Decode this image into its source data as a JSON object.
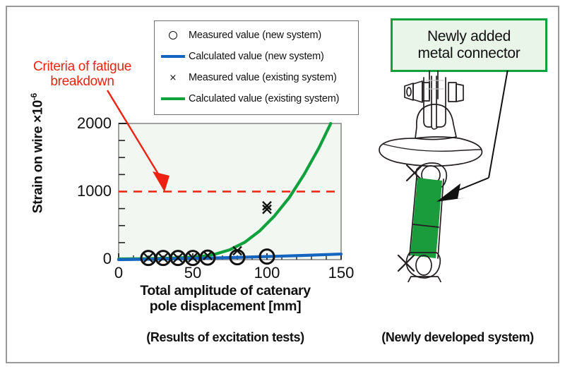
{
  "figure": {
    "left_caption": "(Results of excitation tests)",
    "right_caption": "(Newly developed system)"
  },
  "annotation": {
    "criteria_line1": "Criteria of fatigue",
    "criteria_line2": "breakdown",
    "criteria_color": "#ee2211"
  },
  "callout": {
    "line1": "Newly added",
    "line2": "metal connector",
    "border_color": "#10a13d",
    "fill_color": "#eaf5ea"
  },
  "legend": {
    "items": [
      {
        "label": "Measured value (new system)",
        "marker": "circle-marker",
        "color": "#111111"
      },
      {
        "label": "Calculated value (new system)",
        "marker": "line-swatch",
        "color": "#1565c0"
      },
      {
        "label": "Measured value (existing system)",
        "marker": "cross-marker",
        "color": "#111111"
      },
      {
        "label": "Calculated value (existing system)",
        "marker": "line-swatch",
        "color": "#10a13d"
      }
    ]
  },
  "axis": {
    "y_label_text": "Strain on wire ×10",
    "y_label_exponent": "-6",
    "x_label_line1": "Total amplitude of catenary",
    "x_label_line2": "pole displacement [mm]",
    "y_ticks": [
      "0",
      "1000",
      "2000"
    ],
    "x_ticks": [
      "0",
      "50",
      "100",
      "150"
    ]
  },
  "chart_data": {
    "type": "scatter",
    "title": "",
    "xlabel": "Total amplitude of catenary pole displacement [mm]",
    "ylabel": "Strain on wire ×10-6",
    "xlim": [
      0,
      150
    ],
    "ylim": [
      0,
      2000
    ],
    "x_major_ticks": [
      0,
      50,
      100,
      150
    ],
    "y_major_ticks": [
      0,
      1000,
      2000
    ],
    "x_minor_tick_step": 10,
    "y_minor_tick_step": 250,
    "grid": false,
    "legend_position": "above-plot",
    "plot_background": "#f2f7f2",
    "series": [
      {
        "name": "Measured value (new system)",
        "type": "scatter",
        "marker": "circle",
        "color": "#111111",
        "points": [
          {
            "x": 20,
            "y": 25
          },
          {
            "x": 30,
            "y": 25
          },
          {
            "x": 40,
            "y": 25
          },
          {
            "x": 50,
            "y": 25
          },
          {
            "x": 60,
            "y": 30
          },
          {
            "x": 80,
            "y": 35
          },
          {
            "x": 100,
            "y": 45
          }
        ]
      },
      {
        "name": "Calculated value (new system)",
        "type": "line",
        "color": "#1565c0",
        "points": [
          {
            "x": 0,
            "y": 0
          },
          {
            "x": 25,
            "y": 8
          },
          {
            "x": 50,
            "y": 18
          },
          {
            "x": 75,
            "y": 30
          },
          {
            "x": 100,
            "y": 45
          },
          {
            "x": 125,
            "y": 62
          },
          {
            "x": 150,
            "y": 82
          }
        ]
      },
      {
        "name": "Measured value (existing system)",
        "type": "scatter",
        "marker": "x",
        "color": "#111111",
        "points": [
          {
            "x": 20,
            "y": 25
          },
          {
            "x": 30,
            "y": 25
          },
          {
            "x": 40,
            "y": 25
          },
          {
            "x": 50,
            "y": 30
          },
          {
            "x": 60,
            "y": 60
          },
          {
            "x": 80,
            "y": 130
          },
          {
            "x": 100,
            "y": 740
          },
          {
            "x": 100,
            "y": 790
          }
        ]
      },
      {
        "name": "Calculated value (existing system)",
        "type": "line",
        "color": "#10a13d",
        "points": [
          {
            "x": 0,
            "y": 10
          },
          {
            "x": 20,
            "y": 15
          },
          {
            "x": 40,
            "y": 25
          },
          {
            "x": 55,
            "y": 45
          },
          {
            "x": 65,
            "y": 80
          },
          {
            "x": 75,
            "y": 145
          },
          {
            "x": 85,
            "y": 255
          },
          {
            "x": 95,
            "y": 420
          },
          {
            "x": 105,
            "y": 640
          },
          {
            "x": 115,
            "y": 910
          },
          {
            "x": 125,
            "y": 1250
          },
          {
            "x": 135,
            "y": 1640
          },
          {
            "x": 143,
            "y": 2000
          }
        ]
      }
    ],
    "reference_lines": [
      {
        "name": "Criteria of fatigue breakdown",
        "orientation": "horizontal",
        "value": 1000,
        "color": "#ee2211",
        "style": "dashed"
      }
    ],
    "annotations": [
      {
        "text": "Criteria of fatigue breakdown",
        "color": "#ee2211",
        "points_to": {
          "x": 30,
          "y": 1000
        }
      }
    ]
  },
  "diagram": {
    "name": "insulator-assembly",
    "connector_color": "#1a9b3c",
    "parts": [
      "bolt-and-nut",
      "clevis-yoke",
      "disc-insulator",
      "metal-connector-plates",
      "lower-eye-fitting",
      "contact-wire-clamp",
      "contact-wires"
    ]
  }
}
